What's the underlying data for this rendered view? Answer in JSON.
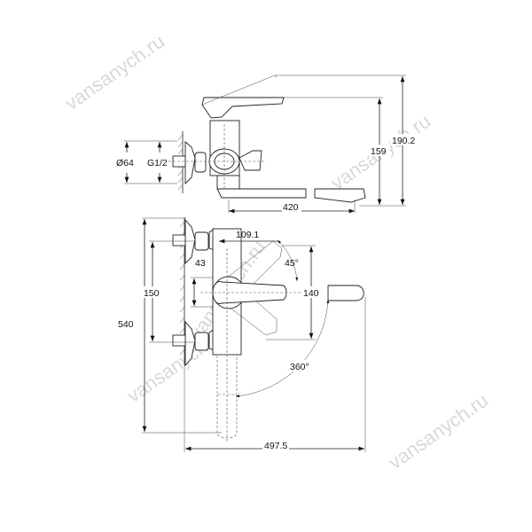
{
  "watermark": "vansanych.ru",
  "top_view": {
    "dim_diameter": "Ø64",
    "dim_thread": "G1/2",
    "dim_spout_length": "420",
    "dim_spout_height": "159",
    "dim_total_height": "190.2"
  },
  "front_view": {
    "dim_total_height": "540",
    "dim_inlet_spacing": "150",
    "dim_handle": "43",
    "dim_lever_reach": "109.1",
    "dim_angle_lever": "45°",
    "dim_lever_span": "140",
    "dim_spout_rotation": "360°",
    "dim_total_width": "497.5"
  }
}
